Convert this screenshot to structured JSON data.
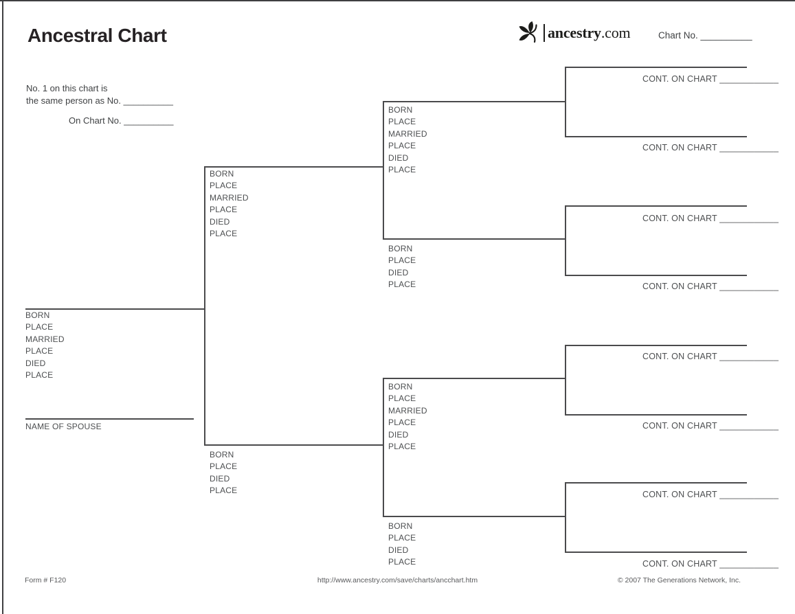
{
  "header": {
    "title": "Ancestral Chart",
    "chart_no": "Chart No. __________"
  },
  "logo": {
    "icon": "ancestry-leaf-icon",
    "word_main": "ancestry",
    "word_suffix": ".com"
  },
  "intro": {
    "line1": "No. 1 on this chart is",
    "line2": "the same person as No. __________",
    "line3": "On Chart No. __________"
  },
  "field_labels": {
    "born": "BORN",
    "place": "PLACE",
    "married": "MARRIED",
    "died": "DIED",
    "spouse": "NAME OF SPOUSE",
    "cont_on_chart": "CONT. ON CHART ____________"
  },
  "footer": {
    "form_number": "Form # F120",
    "url": "http://www.ancestry.com/save/charts/ancchart.htm",
    "copyright": "© 2007 The Generations Network, Inc."
  }
}
